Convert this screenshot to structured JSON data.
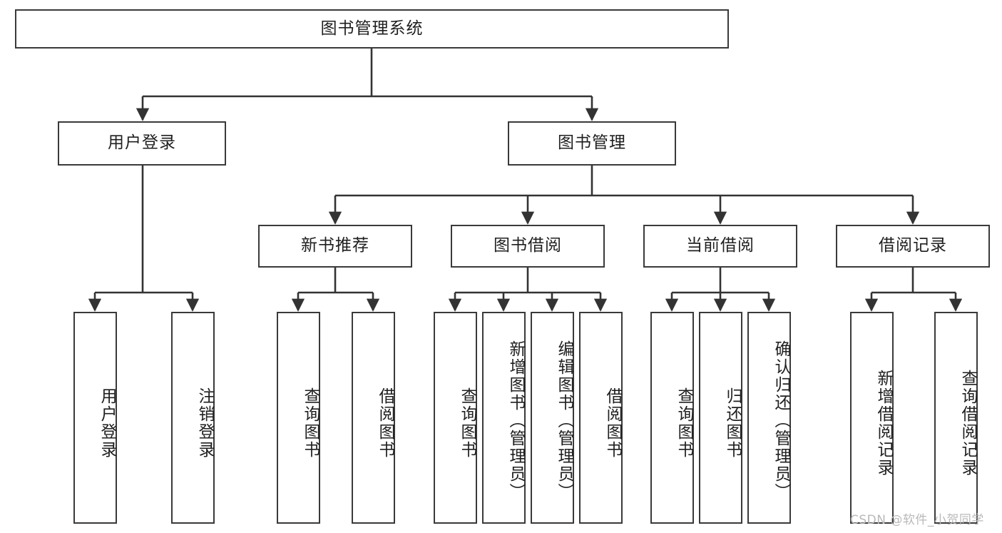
{
  "diagram": {
    "type": "tree-hierarchy",
    "title": "图书管理系统",
    "orientation": "top-down",
    "watermark": "CSDN @软件_小贺同学",
    "colors": {
      "box_border": "#3a3a3a",
      "box_fill": "#ffffff",
      "edge": "#333333",
      "text": "#1f1f1f",
      "watermark": "#b9b9b9",
      "background": "#ffffff"
    },
    "nodes": {
      "root": {
        "label": "图书管理系统"
      },
      "level2": [
        {
          "id": "user-login",
          "label": "用户登录"
        },
        {
          "id": "book-manage",
          "label": "图书管理"
        }
      ],
      "level3": [
        {
          "id": "new-book-recommend",
          "label": "新书推荐"
        },
        {
          "id": "book-borrow",
          "label": "图书借阅"
        },
        {
          "id": "current-borrow",
          "label": "当前借阅"
        },
        {
          "id": "borrow-record",
          "label": "借阅记录"
        }
      ],
      "leaves": {
        "user_login": [
          {
            "id": "leaf-user-login",
            "label": "用户登录"
          },
          {
            "id": "leaf-logout-login",
            "label": "注销登录"
          }
        ],
        "new_book_recommend": [
          {
            "id": "leaf-query-book-1",
            "label": "查询图书"
          },
          {
            "id": "leaf-borrow-book-1",
            "label": "借阅图书"
          }
        ],
        "book_borrow": [
          {
            "id": "leaf-query-book-2",
            "label": "查询图书"
          },
          {
            "id": "leaf-add-book",
            "label": "新增图书（管理员）"
          },
          {
            "id": "leaf-edit-book",
            "label": "编辑图书（管理员）"
          },
          {
            "id": "leaf-borrow-book-2",
            "label": "借阅图书"
          }
        ],
        "current_borrow": [
          {
            "id": "leaf-query-book-3",
            "label": "查询图书"
          },
          {
            "id": "leaf-return-book",
            "label": "归还图书"
          },
          {
            "id": "leaf-confirm-return",
            "label": "确认归还（管理员）"
          }
        ],
        "borrow_record": [
          {
            "id": "leaf-add-record",
            "label": "新增借阅记录"
          },
          {
            "id": "leaf-query-record",
            "label": "查询借阅记录"
          }
        ]
      }
    },
    "edges": [
      {
        "from": "图书管理系统",
        "to": "用户登录"
      },
      {
        "from": "图书管理系统",
        "to": "图书管理"
      },
      {
        "from": "用户登录",
        "to": "用户登录"
      },
      {
        "from": "用户登录",
        "to": "注销登录"
      },
      {
        "from": "图书管理",
        "to": "新书推荐"
      },
      {
        "from": "图书管理",
        "to": "图书借阅"
      },
      {
        "from": "图书管理",
        "to": "当前借阅"
      },
      {
        "from": "图书管理",
        "to": "借阅记录"
      },
      {
        "from": "新书推荐",
        "to": "查询图书"
      },
      {
        "from": "新书推荐",
        "to": "借阅图书"
      },
      {
        "from": "图书借阅",
        "to": "查询图书"
      },
      {
        "from": "图书借阅",
        "to": "新增图书（管理员）"
      },
      {
        "from": "图书借阅",
        "to": "编辑图书（管理员）"
      },
      {
        "from": "图书借阅",
        "to": "借阅图书"
      },
      {
        "from": "当前借阅",
        "to": "查询图书"
      },
      {
        "from": "当前借阅",
        "to": "归还图书"
      },
      {
        "from": "当前借阅",
        "to": "确认归还（管理员）"
      },
      {
        "from": "借阅记录",
        "to": "新增借阅记录"
      },
      {
        "from": "借阅记录",
        "to": "查询借阅记录"
      }
    ]
  }
}
